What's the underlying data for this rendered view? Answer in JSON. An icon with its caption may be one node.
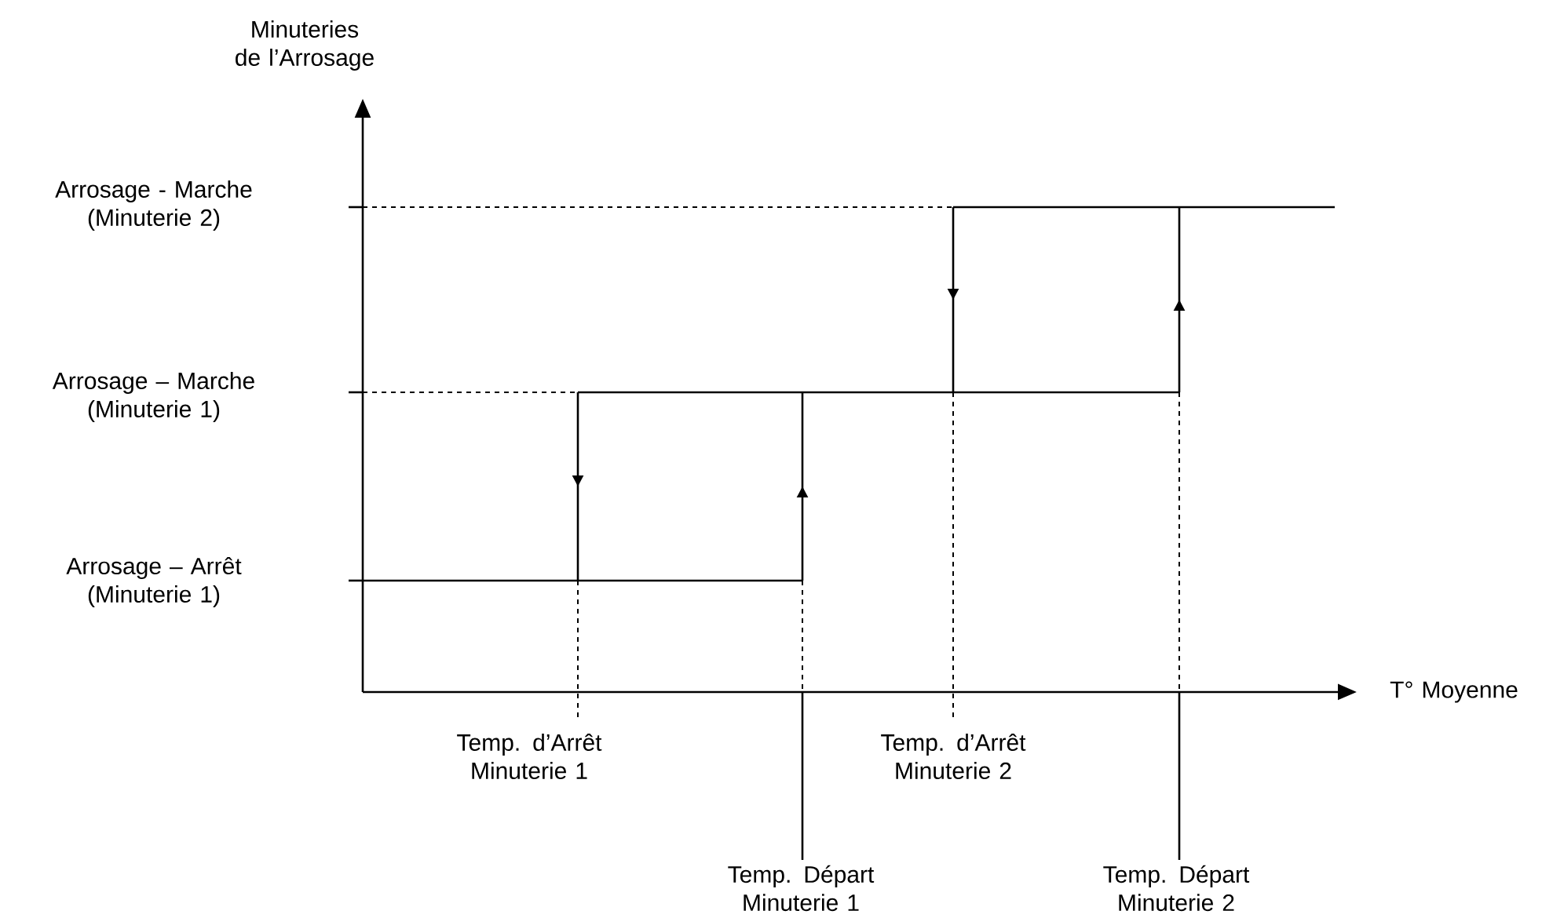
{
  "diagram": {
    "labels": [
      "Minuteries de l’Arrosage",
      "Arrosage - Marche (Minuterie 2)",
      "Arrosage – Marche (Minuterie 1)",
      "Arrosage – Arrêt (Minuterie 1)",
      "T° Moyenne",
      "Temp. d’Arrêt Minuterie 1",
      "Temp. d’Arrêt Minuterie 2",
      "Temp. Départ Minuterie 1",
      "Temp. Départ Minuterie 2"
    ]
  }
}
